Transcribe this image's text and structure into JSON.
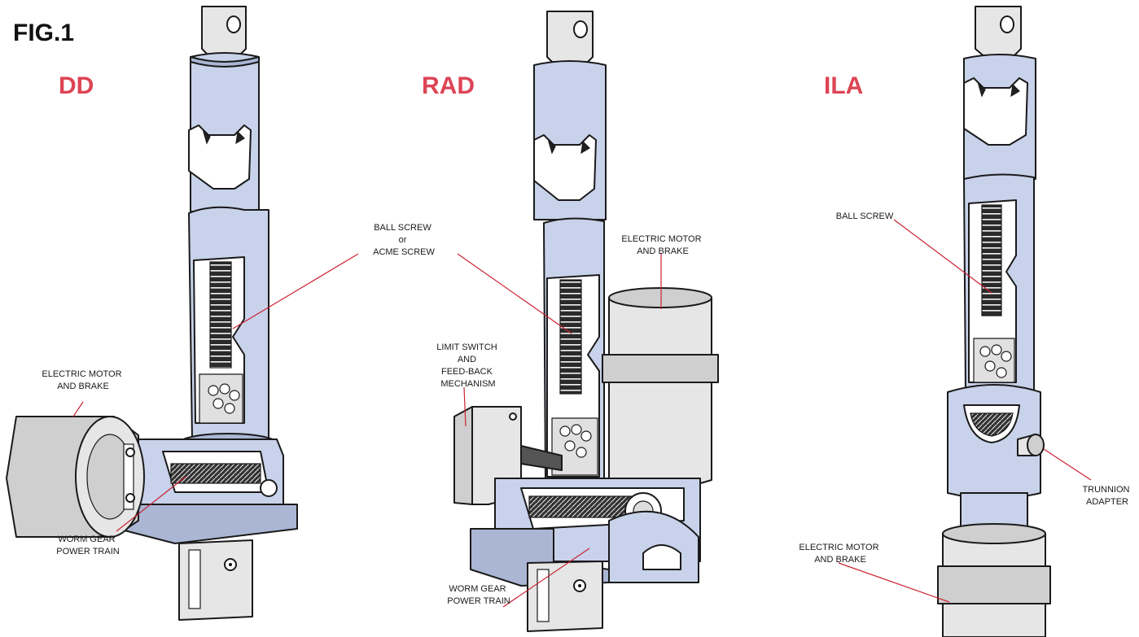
{
  "figure": {
    "title": "FIG.1"
  },
  "colors": {
    "body": "#c8d2ea",
    "body_dark": "#aab6d4",
    "screw": "#2a2a2a",
    "motor": "#e6e6e6",
    "motor_dark": "#cfcfcf",
    "leader": "#cc2233",
    "accent": "#dd4455",
    "outline": "#1a1a1a"
  },
  "models": [
    {
      "name": "DD",
      "labels": [
        {
          "lines": [
            "ELECTRIC MOTOR",
            "AND BRAKE"
          ]
        },
        {
          "lines": [
            "WORM GEAR",
            "POWER TRAIN"
          ]
        }
      ]
    },
    {
      "name": "RAD",
      "labels": [
        {
          "lines": [
            "BALL SCREW",
            "or",
            "ACME SCREW"
          ]
        },
        {
          "lines": [
            "ELECTRIC MOTOR",
            "AND BRAKE"
          ]
        },
        {
          "lines": [
            "LIMIT SWITCH",
            "AND",
            "FEED-BACK",
            "MECHANISM"
          ]
        },
        {
          "lines": [
            "WORM GEAR",
            "POWER TRAIN"
          ]
        }
      ]
    },
    {
      "name": "ILA",
      "labels": [
        {
          "lines": [
            "BALL SCREW"
          ]
        },
        {
          "lines": [
            "TRUNNION",
            "ADAPTER"
          ]
        },
        {
          "lines": [
            "ELECTRIC MOTOR",
            "AND BRAKE"
          ]
        }
      ]
    }
  ]
}
